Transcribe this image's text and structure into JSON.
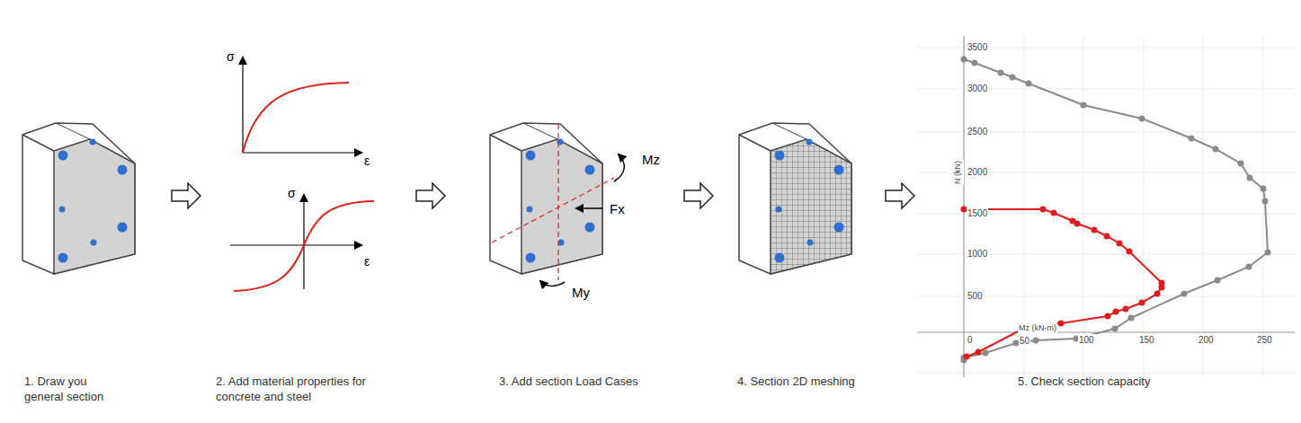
{
  "diagram": {
    "labels": [
      "1. Draw you general section",
      "2. Add material properties for concrete and steel",
      "3. Add section Load Cases",
      "4. Section 2D meshing",
      "5. Check section capacity",
      "σ",
      "ε",
      "σ",
      "ε",
      "Mz",
      "Fx",
      "My",
      "3500",
      "3000",
      "2500",
      "2000",
      "1500",
      "1000",
      "500",
      "N (kN)",
      "Mz (kN-m)",
      "0",
      "50",
      "100",
      "150",
      "200",
      "250"
    ]
  }
}
